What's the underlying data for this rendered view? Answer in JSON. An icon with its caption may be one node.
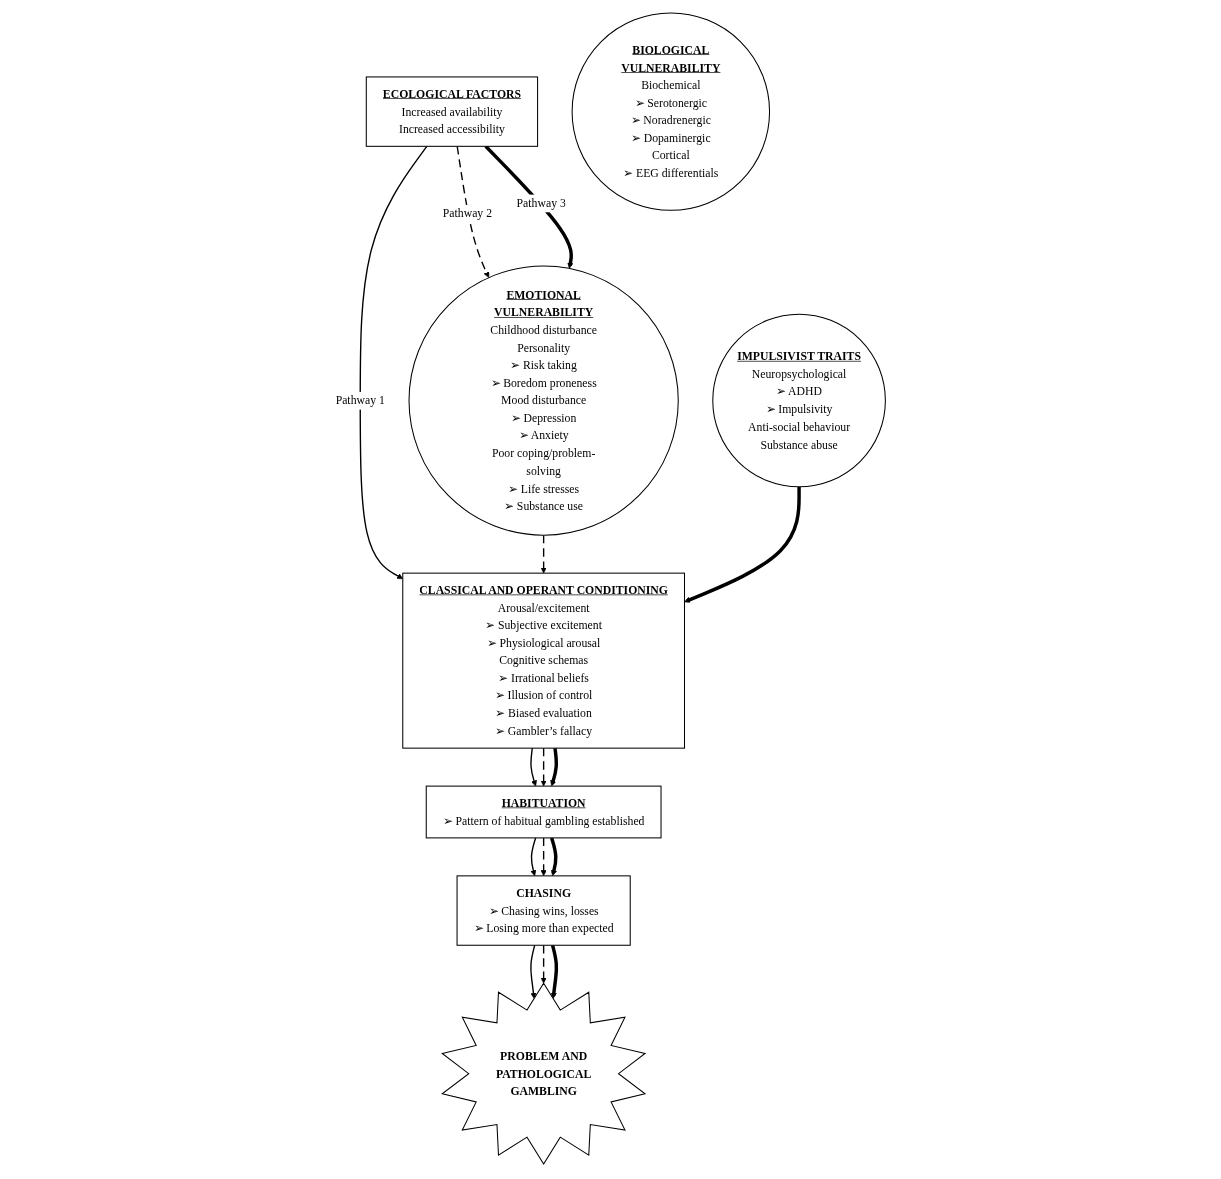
{
  "diagram": {
    "nodes": [
      {
        "text": [
          "ECOLOGICAL FACTORS",
          "Increased availability",
          "Increased accessibility"
        ]
      },
      {
        "text": [
          "EMOTIONAL VULNERABILITY",
          "Childhood disturbance",
          "Personality",
          "➢ Risk taking",
          "➢ Boredom proneness",
          "Mood disturbance",
          "➢ Depression",
          "➢ Anxiety",
          "Poor coping/problem-solving",
          "➢ Life stresses",
          "➢ Substance use"
        ]
      },
      {
        "text": [
          "BIOLOGICAL VULNERABILITY",
          "Biochemical",
          "➢ Serotonergic",
          "➢ Noradrenergic",
          "➢ Dopaminergic",
          "Cortical",
          "➢ EEG differentials"
        ]
      },
      {
        "text": [
          "CLASSICAL AND OPERANT CONDITIONING",
          "Arousal/excitement",
          "➢ Subjective excitement",
          "➢ Physiological arousal",
          "Cognitive schemas",
          "➢ Irrational beliefs",
          "➢ Illusion of control",
          "➢ Biased evaluation",
          "➢ Gambler’s fallacy"
        ]
      },
      {
        "text": [
          "IMPULSIVIST TRAITS",
          "Neuropsychological",
          "➢ ADHD",
          "➢ Impulsivity",
          "Anti-social behaviour",
          "Substance abuse"
        ]
      },
      {
        "text": [
          "HABITUATION",
          "➢ Pattern of habitual gambling established"
        ]
      },
      {
        "text": [
          "CHASING",
          "➢ Chasing wins, losses",
          "➢ Losing more than expected"
        ]
      },
      {
        "text": [
          "PROBLEM AND PATHOLOGICAL GAMBLING"
        ]
      }
    ],
    "edges": [
      {
        "from": 0,
        "to": 3,
        "arrow": "to",
        "label": "Pathway 1"
      },
      {
        "from": 0,
        "to": 1,
        "arrow": "to",
        "label": "Pathway 2",
        "style": "dashed"
      },
      {
        "from": 0,
        "to": 1,
        "arrow": "to",
        "label": "Pathway 3",
        "style": "thick"
      },
      {
        "from": 1,
        "to": 3,
        "arrow": "to",
        "style": "dashed"
      },
      {
        "from": 4,
        "to": 3,
        "arrow": "to",
        "style": "thick"
      },
      {
        "from": 3,
        "to": 5,
        "arrow": "to"
      },
      {
        "from": 3,
        "to": 5,
        "arrow": "to",
        "style": "dashed"
      },
      {
        "from": 3,
        "to": 5,
        "arrow": "to",
        "style": "thick"
      },
      {
        "from": 5,
        "to": 6,
        "arrow": "to"
      },
      {
        "from": 5,
        "to": 6,
        "arrow": "to",
        "style": "dashed"
      },
      {
        "from": 5,
        "to": 6,
        "arrow": "to",
        "style": "thick"
      },
      {
        "from": 6,
        "to": 7,
        "arrow": "to"
      },
      {
        "from": 6,
        "to": 7,
        "arrow": "to",
        "style": "dashed"
      },
      {
        "from": 6,
        "to": 7,
        "arrow": "to",
        "style": "thick"
      }
    ]
  }
}
